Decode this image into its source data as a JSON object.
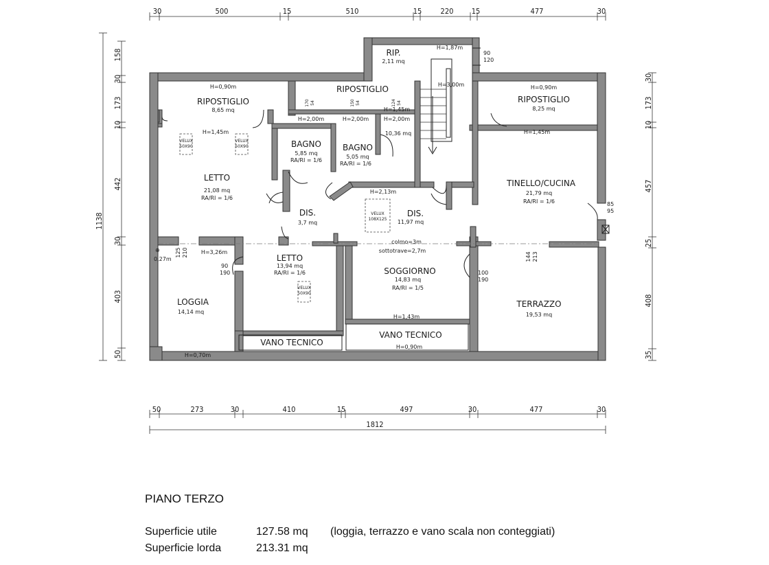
{
  "rooms": {
    "ripostiglio_w": {
      "name": "RIPOSTIGLIO",
      "area": "8,65 mq",
      "h_top": "H=0,90m",
      "h_bottom": "H=1,45m"
    },
    "ripostiglio_c": {
      "name": "RIPOSTIGLIO",
      "h1": "H=2,00m",
      "h2": "H=2,00m",
      "h3": "H=1,45m",
      "h4": "H=2,00m"
    },
    "rip": {
      "name": "RIP.",
      "area": "2,11 mq"
    },
    "stair": {
      "h1": "H=1,87m",
      "h2": "H=3,00m"
    },
    "ripostiglio_e": {
      "name": "RIPOSTIGLIO",
      "area": "8,25 mq",
      "h_top": "H=0,90m",
      "h_bottom": "H=1,45m"
    },
    "letto1": {
      "name": "LETTO",
      "area": "21,08 mq",
      "ratio": "RA/RI = 1/6"
    },
    "bagno1": {
      "name": "BAGNO",
      "area": "5,85 mq",
      "ratio": "RA/RI = 1/6"
    },
    "bagno2": {
      "name": "BAGNO",
      "area": "5,05 mq",
      "ratio": "RA/RI = 1/6"
    },
    "hall_area": {
      "area": "10,36 mq"
    },
    "tinello": {
      "name": "TINELLO/CUCINA",
      "area": "21,79 mq",
      "ratio": "RA/RI = 1/6"
    },
    "dis1": {
      "name": "DIS.",
      "area": "3,7 mq"
    },
    "dis2": {
      "name": "DIS.",
      "area": "11,97 mq",
      "h": "H=2,13m"
    },
    "colmo": {
      "line1": "colmo=3m",
      "line2": "sottotrave=2,7m"
    },
    "loggia": {
      "name": "LOGGIA",
      "area": "14,14 mq",
      "h_corner": "0,27m",
      "h_top": "H=3,26m",
      "h_bottom": "H=0,70m"
    },
    "letto2": {
      "name": "LETTO",
      "area": "13,94 mq",
      "ratio": "RA/RI = 1/6"
    },
    "soggiorno": {
      "name": "SOGGIORNO",
      "area": "14,83 mq",
      "ratio": "RA/RI = 1/5",
      "h": "H=1,43m"
    },
    "terrazzo": {
      "name": "TERRAZZO",
      "area": "19,53 mq"
    },
    "vano1": {
      "name": "VANO TECNICO"
    },
    "vano2": {
      "name": "VANO TECNICO",
      "h": "H=0,90m"
    }
  },
  "velux": {
    "v1": {
      "label": "VELUX",
      "size": "50X90"
    },
    "v2": {
      "label": "VELUX",
      "size": "50X90"
    },
    "v3": {
      "label": "VELUX",
      "size": "108X125"
    },
    "v4": {
      "label": "VELUX",
      "size": "50X90"
    }
  },
  "window_marks": {
    "w1a": "170",
    "w1b": "54",
    "w2a": "150",
    "w2b": "54",
    "w3a": "124",
    "w3b": "54",
    "w4a": "90",
    "w4b": "120",
    "w5a": "85",
    "w5b": "95",
    "w6a": "125",
    "w6b": "210",
    "w7a": "90",
    "w7b": "190",
    "w8a": "100",
    "w8b": "190",
    "w9a": "144",
    "w9b": "213"
  },
  "dims": {
    "top": [
      "30",
      "500",
      "15",
      "510",
      "15",
      "220",
      "15",
      "477",
      "30"
    ],
    "bottom": [
      "50",
      "273",
      "30",
      "410",
      "15",
      "497",
      "30",
      "477",
      "30"
    ],
    "bottom_total": "1812",
    "left": [
      "158",
      "30",
      "173",
      "10",
      "442",
      "30",
      "403",
      "50"
    ],
    "left_total": "1138",
    "right": [
      "30",
      "173",
      "10",
      "457",
      "25",
      "408",
      "35"
    ]
  },
  "summary": {
    "title": "PIANO TERZO",
    "utile_label": "Superficie utile",
    "utile_value": "127.58 mq",
    "utile_note": "(loggia, terrazzo e vano scala non conteggiati)",
    "lorda_label": "Superficie lorda",
    "lorda_value": "213.31 mq"
  }
}
